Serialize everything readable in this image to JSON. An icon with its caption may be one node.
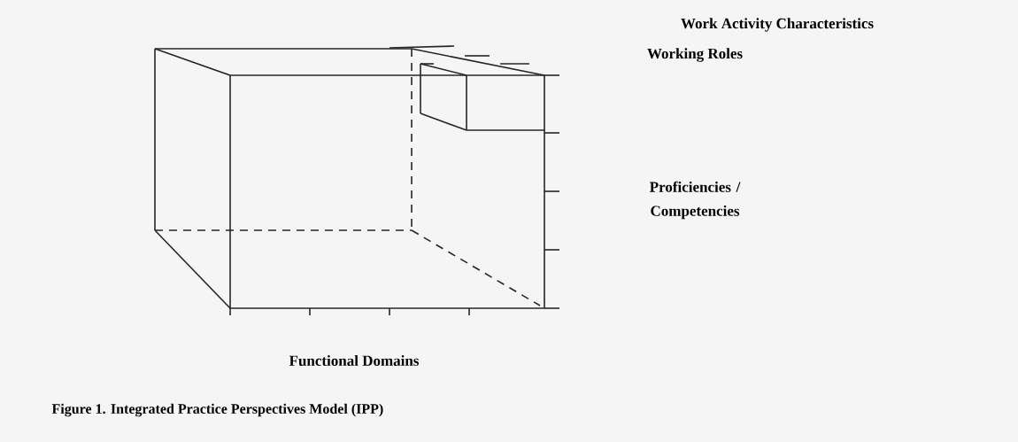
{
  "diagram": {
    "caption": "Figure 1. Integrated Practice Perspectives Model (IPP)",
    "labels": [
      "Work Activity Characteristics",
      "Working Roles",
      "Proficiencies / Competencies",
      "Functional Domains"
    ]
  }
}
